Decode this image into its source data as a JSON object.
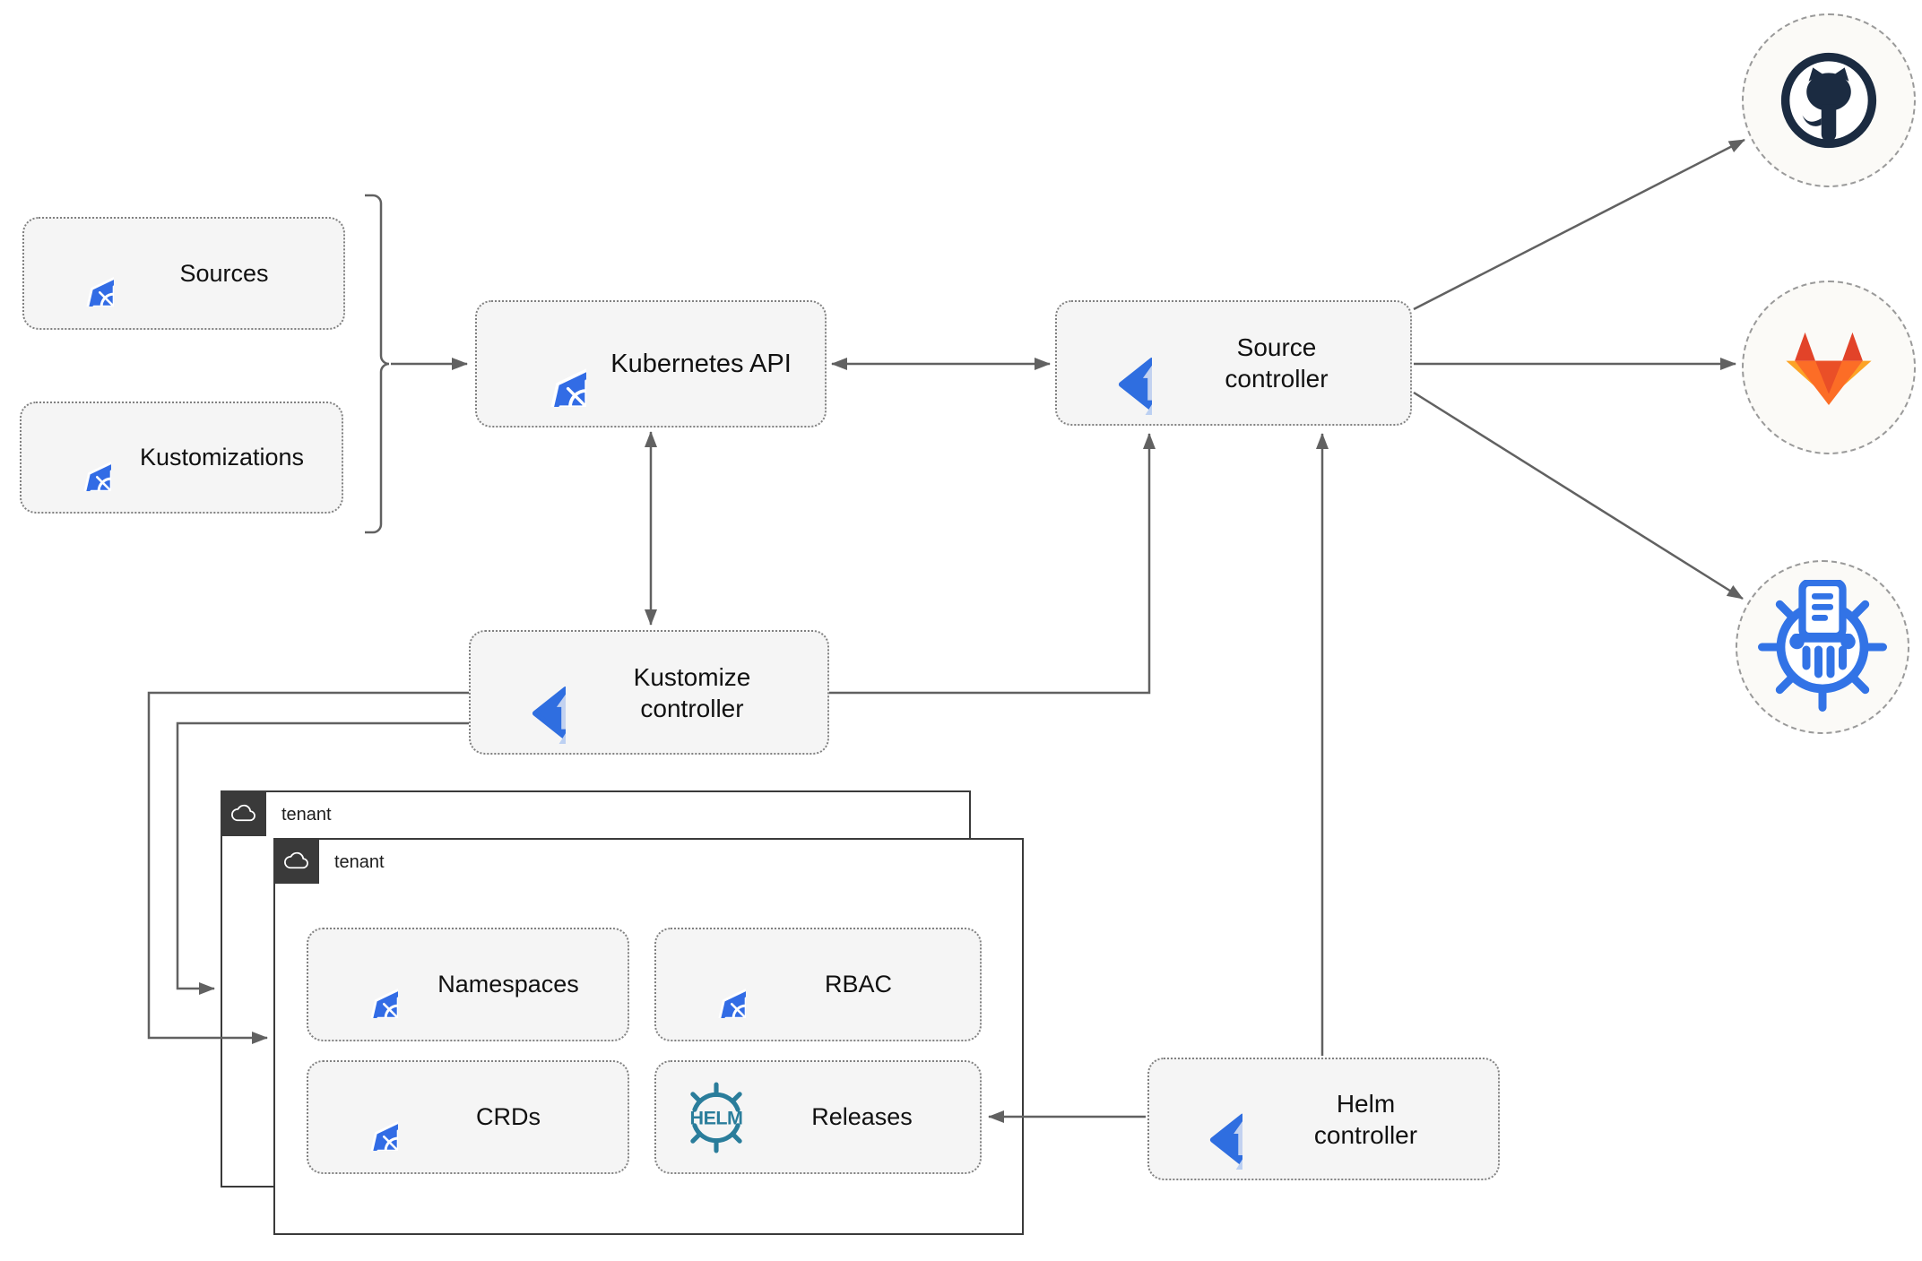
{
  "nodes": {
    "sources": {
      "label": "Sources"
    },
    "kustomizations": {
      "label": "Kustomizations"
    },
    "kubernetes_api": {
      "label": "Kubernetes API"
    },
    "source_controller": {
      "label": "Source controller"
    },
    "kustomize_controller": {
      "label": "Kustomize controller"
    },
    "helm_controller": {
      "label": "Helm controller"
    },
    "namespaces": {
      "label": "Namespaces"
    },
    "rbac": {
      "label": "RBAC"
    },
    "crds": {
      "label": "CRDs"
    },
    "releases": {
      "label": "Releases"
    }
  },
  "tenants": {
    "back": {
      "label": "tenant"
    },
    "front": {
      "label": "tenant"
    }
  },
  "wordmarks": {
    "helm": "HELM"
  },
  "remotes": {
    "github": {
      "icon": "github-icon"
    },
    "gitlab": {
      "icon": "gitlab-icon"
    },
    "helm_repository": {
      "icon": "helm-repository-icon"
    }
  },
  "colors": {
    "kubernetes_blue": "#326ce5",
    "flux_blue": "#2f6ee0",
    "flux_light_blue": "#c3d2f0",
    "flux_stripe_blue": "#3b79ea",
    "helm_teal": "#2a7d9b",
    "chartmuseum_blue": "#3273e6",
    "github_dark": "#1b2b41",
    "gitlab_red_orange": "#e24329",
    "gitlab_orange": "#fc6d26",
    "gitlab_amber": "#fca326",
    "arrow_gray": "#616161",
    "node_fill": "#f5f5f5",
    "tenant_border": "#3a3a3a"
  }
}
